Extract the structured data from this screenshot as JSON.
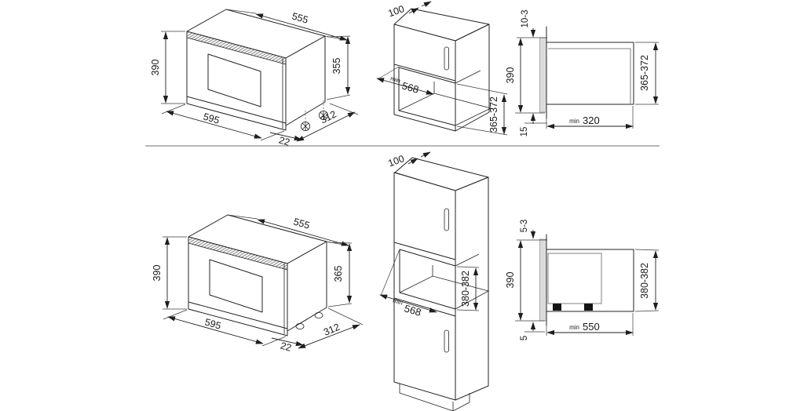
{
  "colors": {
    "line": "#232323",
    "dimension": "#1f1f1f",
    "body_outline_gray": "#9b9b9b",
    "door_fill": "#dcdcdc",
    "feet_black": "#141414",
    "divider": "#8c8c8c",
    "background": "#ffffff"
  },
  "icons": {
    "top_oven_feet": "adjustable-screw-foot-icon",
    "bottom_oven_feet": "support-foot-icon"
  },
  "rows": {
    "top": {
      "oven": {
        "front_width": "595",
        "front_height": "390",
        "body_width": "555",
        "body_height": "355",
        "body_depth": "312",
        "frame_overhang": "22"
      },
      "cabinet": {
        "top_clearance": "100",
        "min_prefix": "min",
        "niche_width": "568",
        "niche_height": "365-372"
      },
      "section": {
        "top_gap": "10-3",
        "front_height": "390",
        "bottom_gap": "15",
        "min_prefix": "min",
        "min_depth": "320",
        "niche_height": "365-372"
      }
    },
    "bottom": {
      "oven": {
        "front_width": "595",
        "front_height": "390",
        "body_width": "555",
        "body_height": "365",
        "body_depth": "312",
        "frame_overhang": "22"
      },
      "cabinet": {
        "top_clearance": "100",
        "min_prefix": "min",
        "niche_width": "568",
        "niche_height": "380-382"
      },
      "section": {
        "top_gap": "5-3",
        "front_height": "390",
        "bottom_gap": "5",
        "min_prefix": "min",
        "min_depth": "550",
        "niche_height": "380-382"
      }
    }
  }
}
